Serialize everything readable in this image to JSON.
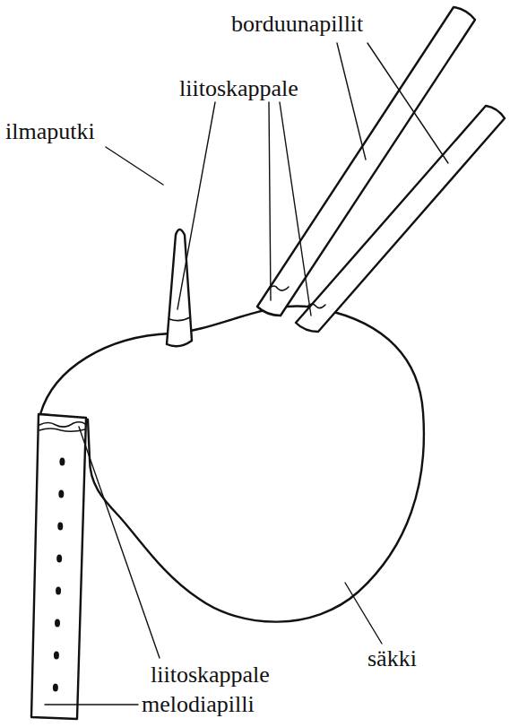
{
  "diagram": {
    "labels": [
      "borduunapillit",
      "liitoskappale",
      "ilmaputki",
      "liitoskappale",
      "säkki",
      "melodiapilli"
    ]
  }
}
